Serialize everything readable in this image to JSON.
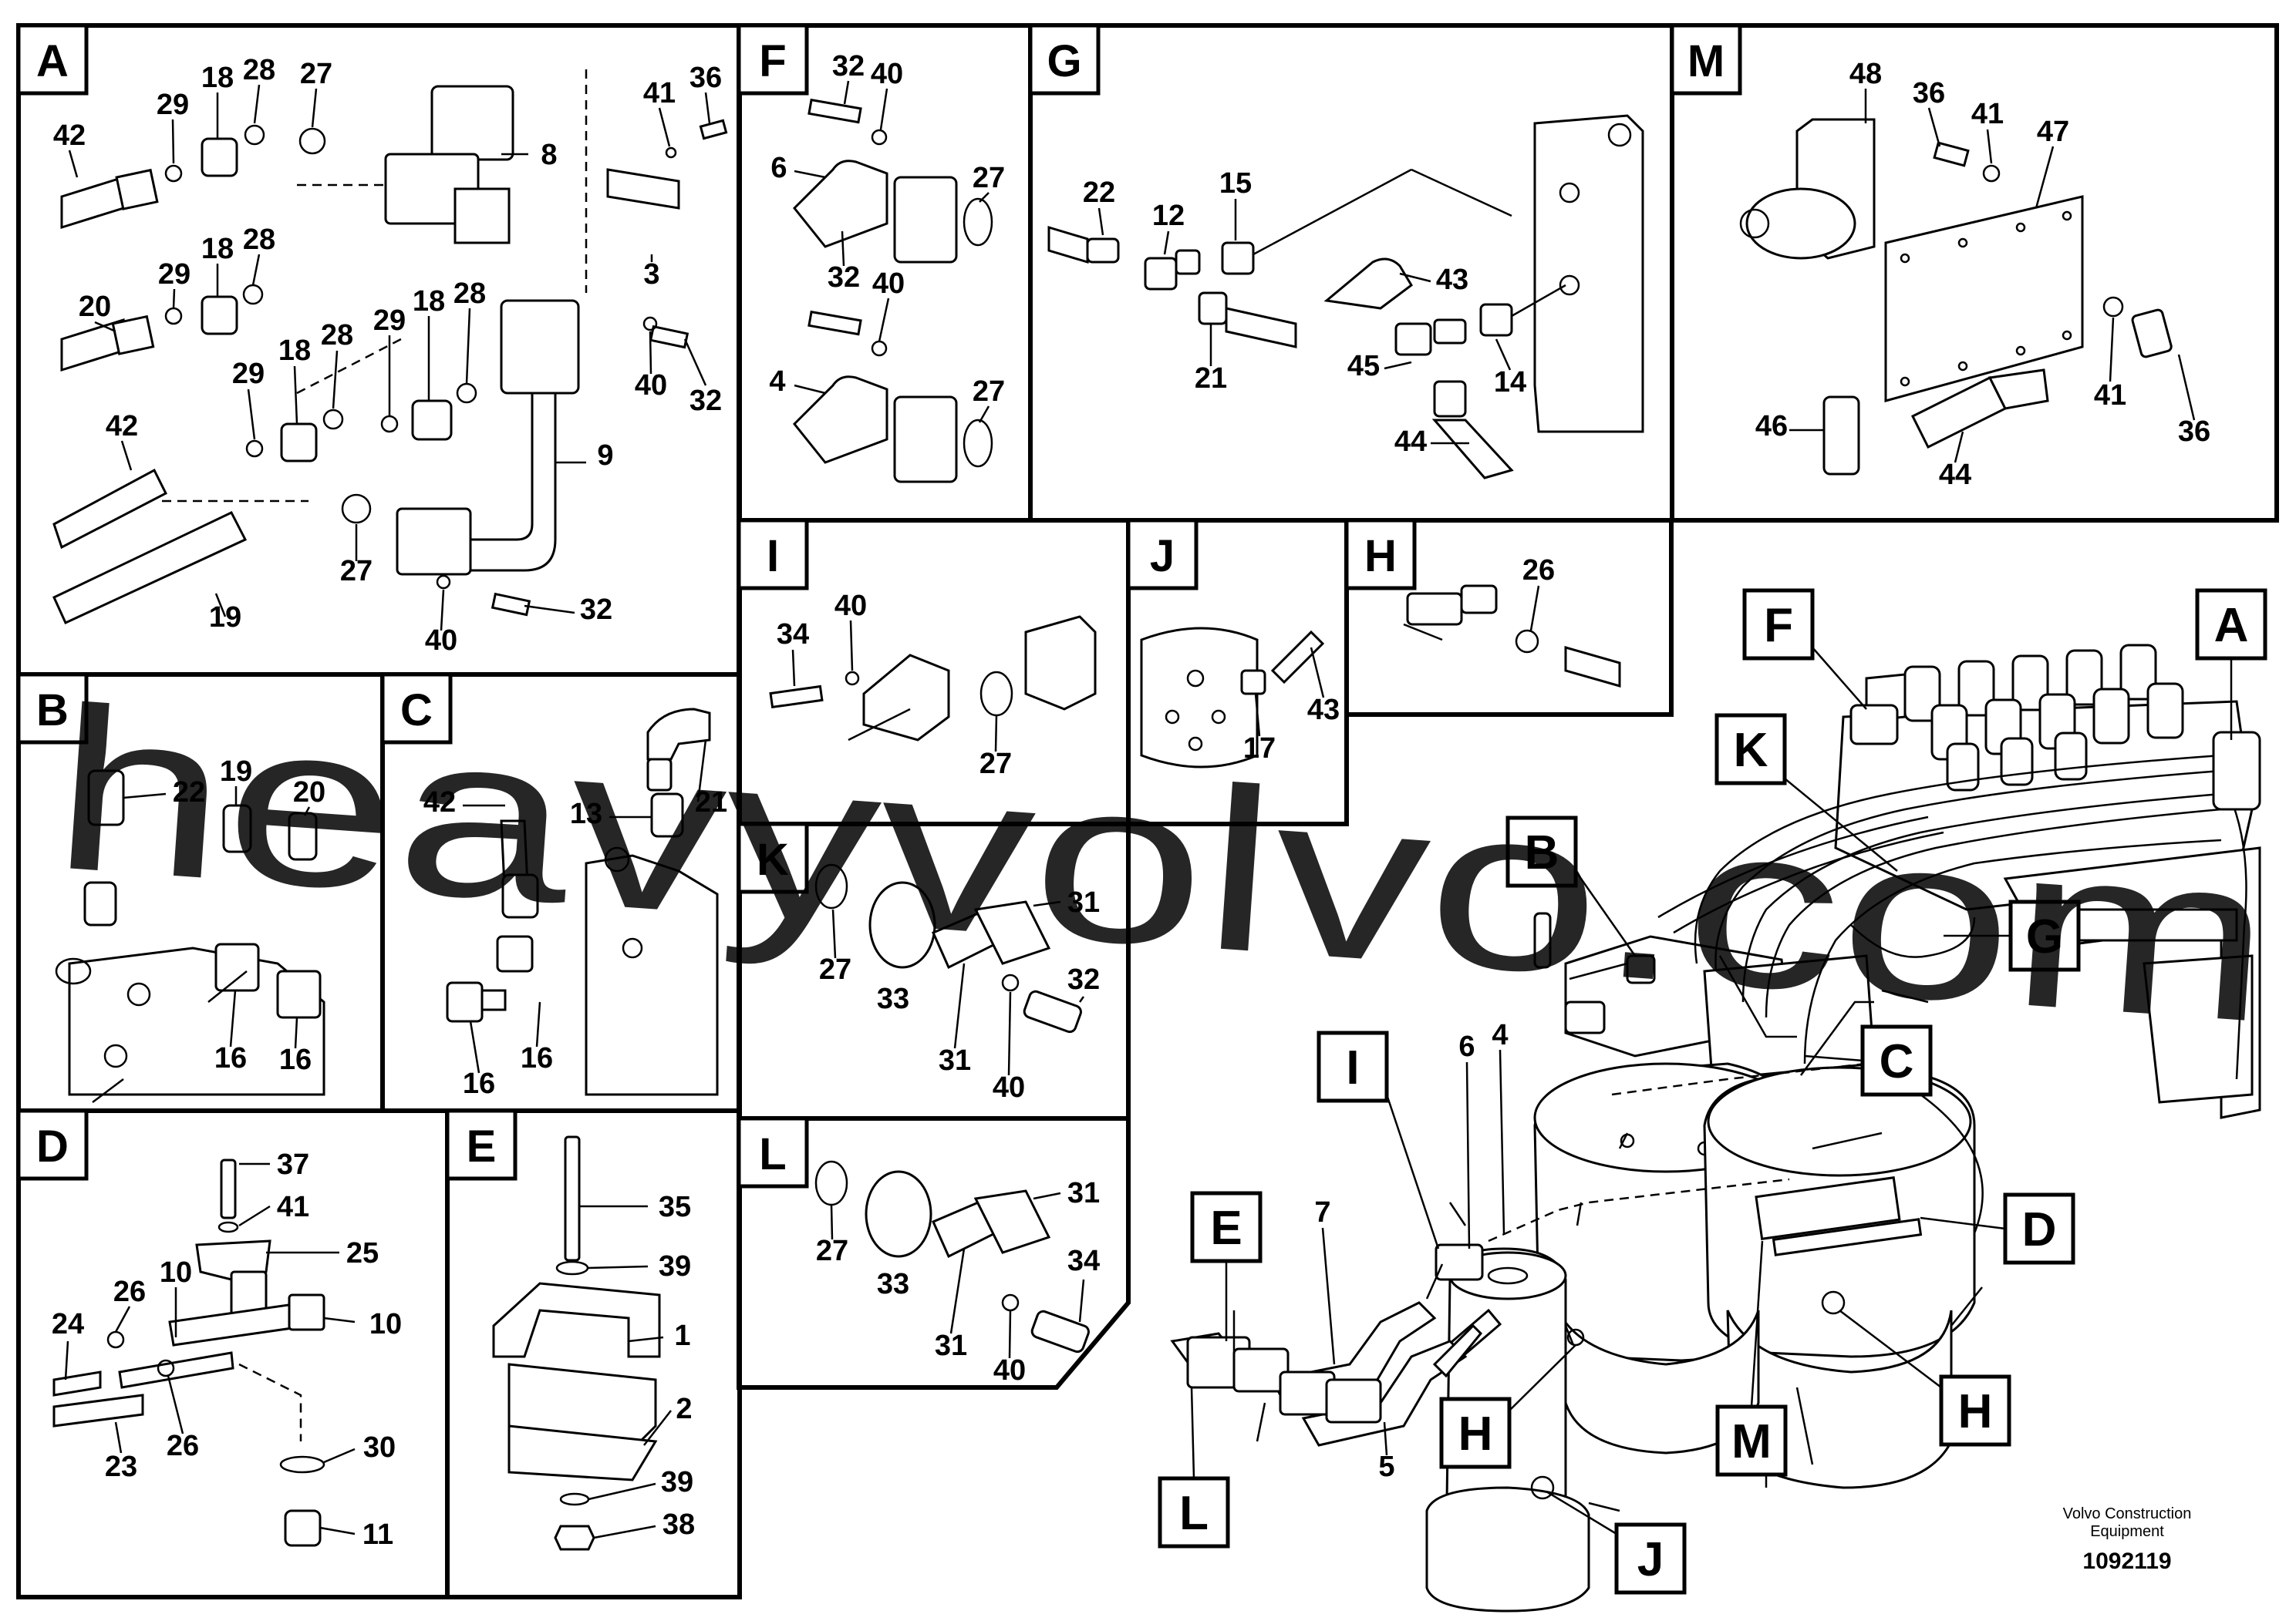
{
  "panels": {
    "A": {
      "letter": "A",
      "labels": [
        "42",
        "29",
        "18",
        "28",
        "27",
        "8",
        "41",
        "36",
        "20",
        "29",
        "18",
        "28",
        "3",
        "42",
        "29",
        "18",
        "28",
        "29",
        "18",
        "28",
        "40",
        "32",
        "9",
        "19",
        "27",
        "40",
        "32"
      ]
    },
    "B": {
      "letter": "B",
      "labels": [
        "22",
        "19",
        "20",
        "16",
        "16"
      ]
    },
    "C": {
      "letter": "C",
      "labels": [
        "42",
        "13",
        "21",
        "16",
        "16"
      ]
    },
    "D": {
      "letter": "D",
      "labels": [
        "37",
        "41",
        "25",
        "26",
        "10",
        "10",
        "24",
        "23",
        "26",
        "30",
        "11"
      ]
    },
    "E": {
      "letter": "E",
      "labels": [
        "35",
        "39",
        "1",
        "2",
        "39",
        "38"
      ]
    },
    "F": {
      "letter": "F",
      "labels": [
        "32",
        "40",
        "6",
        "27",
        "32",
        "40",
        "4",
        "27"
      ]
    },
    "G": {
      "letter": "G",
      "labels": [
        "22",
        "12",
        "15",
        "43",
        "21",
        "45",
        "14",
        "44"
      ]
    },
    "I": {
      "letter": "I",
      "labels": [
        "34",
        "40",
        "27"
      ]
    },
    "J": {
      "letter": "J",
      "labels": [
        "17",
        "43"
      ]
    },
    "H": {
      "letter": "H",
      "labels": [
        "26"
      ]
    },
    "K": {
      "letter": "K",
      "labels": [
        "27",
        "33",
        "31",
        "32",
        "31",
        "40"
      ]
    },
    "L": {
      "letter": "L",
      "labels": [
        "27",
        "33",
        "31",
        "34",
        "31",
        "40"
      ]
    },
    "M": {
      "letter": "M",
      "labels": [
        "48",
        "36",
        "41",
        "47",
        "41",
        "36",
        "46",
        "44"
      ]
    }
  },
  "overview": {
    "callouts": [
      "F",
      "A",
      "K",
      "B",
      "G",
      "C",
      "I",
      "D",
      "E",
      "H",
      "H",
      "M",
      "L",
      "J"
    ],
    "labels": [
      "6",
      "4",
      "7",
      "5"
    ]
  },
  "footer": {
    "company_line1": "Volvo Construction",
    "company_line2": "Equipment",
    "drawing_number": "1092119"
  },
  "watermark": "heavyvolvo.com"
}
